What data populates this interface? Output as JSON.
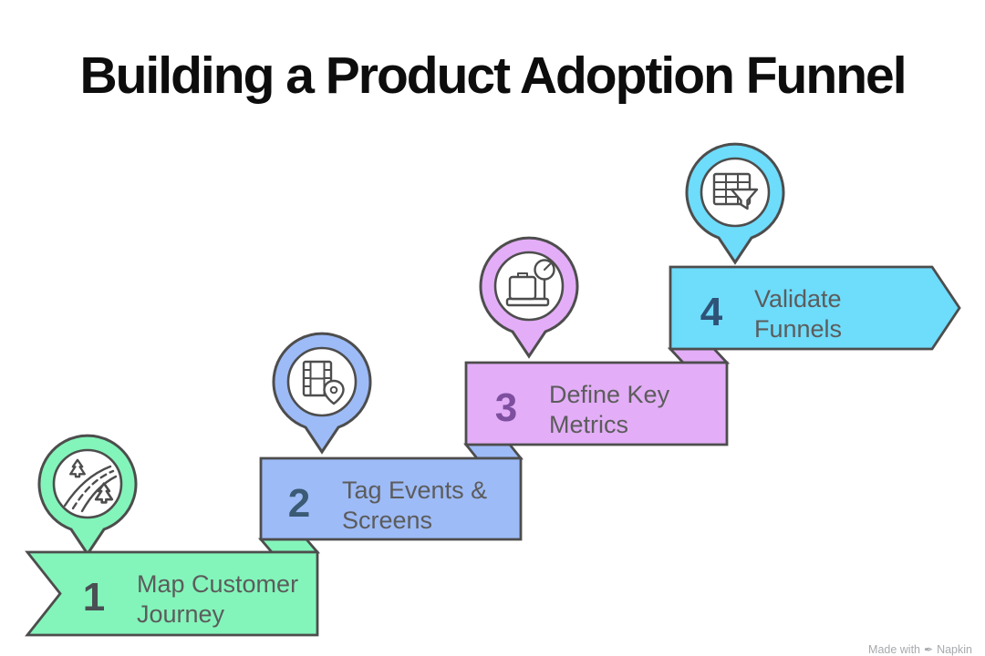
{
  "title": "Building a Product Adoption Funnel",
  "steps": [
    {
      "number": "1",
      "label_line1": "Map Customer",
      "label_line2": "Journey",
      "fill": "#83f5ba",
      "number_color": "#4a4f54",
      "icon": "journey-road-icon"
    },
    {
      "number": "2",
      "label_line1": "Tag Events &",
      "label_line2": "Screens",
      "fill": "#9dbbf7",
      "number_color": "#3b5a74",
      "icon": "film-location-pin-icon"
    },
    {
      "number": "3",
      "label_line1": "Define Key",
      "label_line2": "Metrics",
      "fill": "#e3aef7",
      "number_color": "#7e4f9f",
      "icon": "weighing-scale-icon"
    },
    {
      "number": "4",
      "label_line1": "Validate",
      "label_line2": "Funnels",
      "fill": "#6edcfb",
      "number_color": "#2e5377",
      "icon": "table-funnel-icon"
    }
  ],
  "style": {
    "outline_color": "#4d4d4d",
    "label_color": "#5c5c5c",
    "title_color": "#0d0d0d",
    "background": "#ffffff"
  },
  "watermark": {
    "prefix": "Made with",
    "brand": "Napkin"
  }
}
